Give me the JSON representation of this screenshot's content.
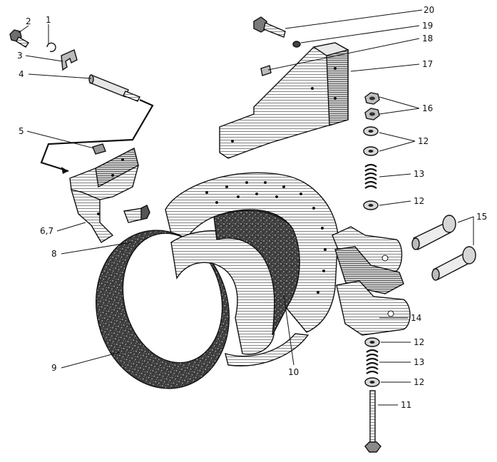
{
  "labels": {
    "l1": "1",
    "l2": "2",
    "l3": "3",
    "l4": "4",
    "l5": "5",
    "l67": "6,7",
    "l8": "8",
    "l9": "9",
    "l10": "10",
    "l11": "11",
    "l12a": "12",
    "l12b": "12",
    "l12c": "12",
    "l12d": "12",
    "l13a": "13",
    "l13b": "13",
    "l14": "14",
    "l15": "15",
    "l16": "16",
    "l17": "17",
    "l18": "18",
    "l19": "19",
    "l20": "20"
  },
  "colors": {
    "ink": "#111111",
    "paper": "#ffffff",
    "hatch_dark": "#3a3a3a",
    "hatch_mid": "#8a8a8a",
    "lining_dark": "#2b2b2b"
  }
}
